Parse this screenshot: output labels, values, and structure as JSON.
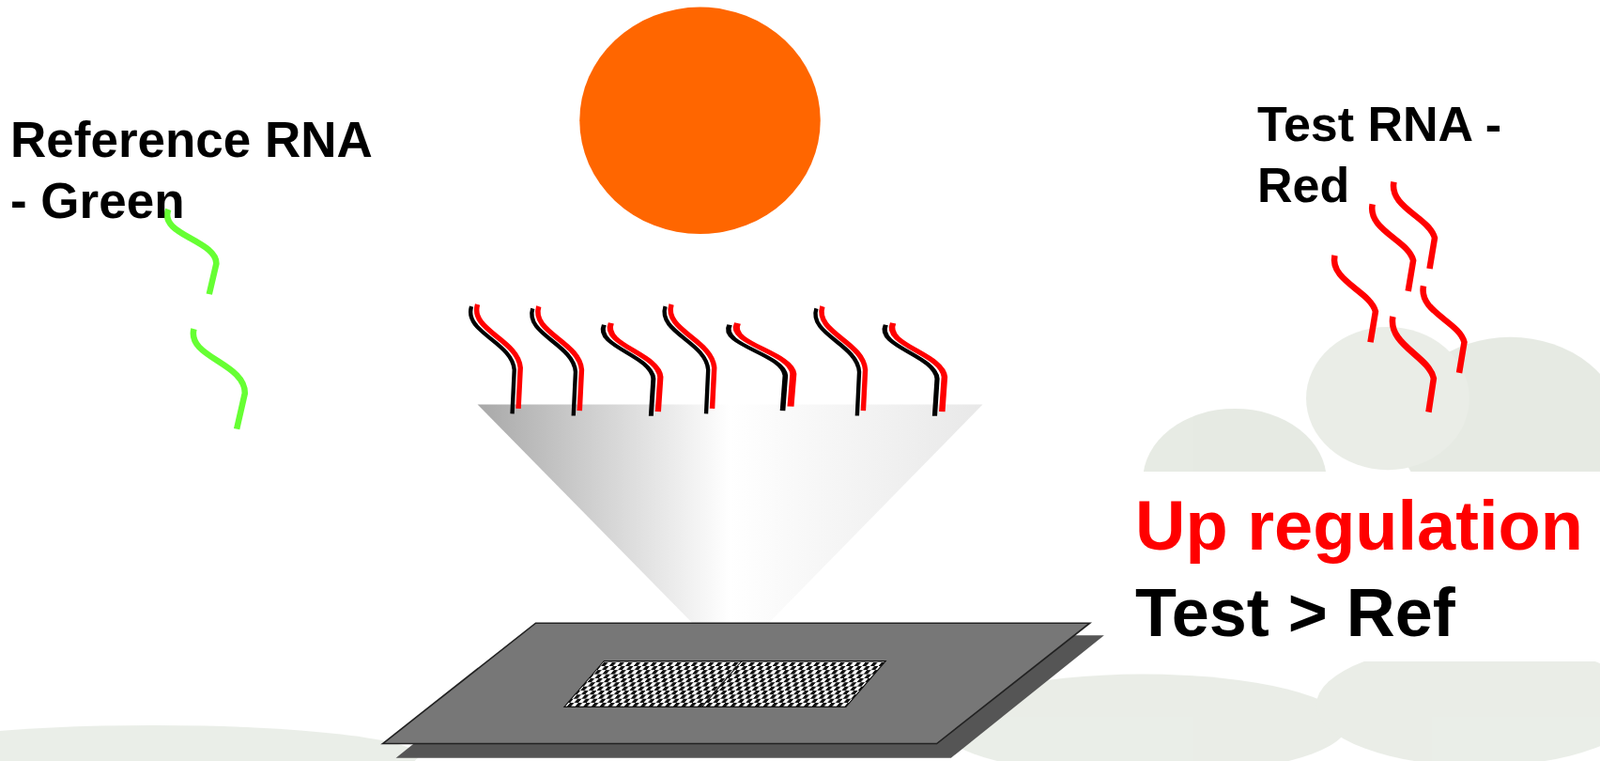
{
  "diagram": {
    "nodes": [
      {
        "text": [
          "Up regulation",
          "Test > Ref"
        ]
      }
    ],
    "labels": [
      "Reference RNA - Green",
      "Test RNA -Red"
    ]
  }
}
